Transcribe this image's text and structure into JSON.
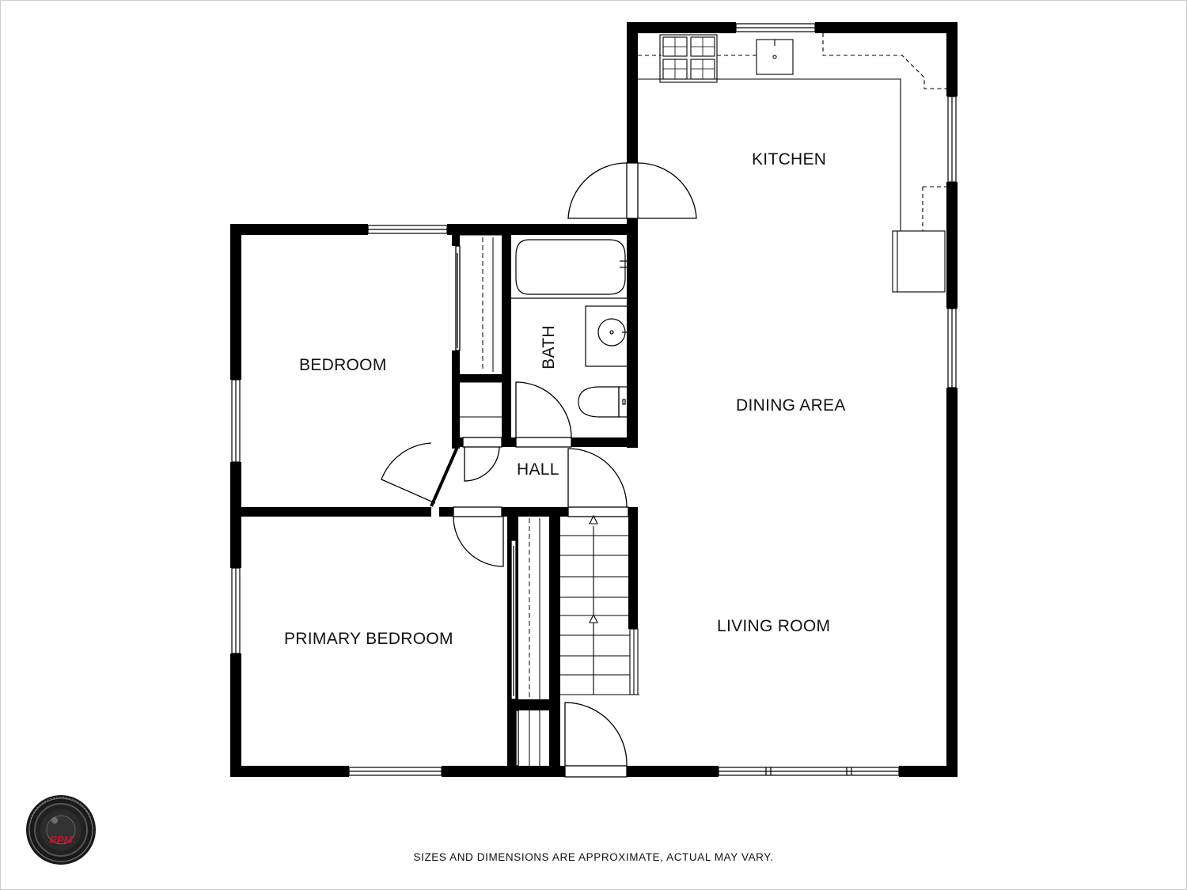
{
  "rooms": {
    "kitchen": "KITCHEN",
    "dining": "DINING AREA",
    "living": "LIVING ROOM",
    "bedroom": "BEDROOM",
    "bath": "BATH",
    "hall": "HALL",
    "primary_bedroom": "PRIMARY BEDROOM"
  },
  "disclaimer": "SIZES AND DIMENSIONS ARE APPROXIMATE, ACTUAL MAY VARY.",
  "logo": {
    "text": "RPM",
    "icon": "camera-lens-logo",
    "accent": "#c8102e"
  },
  "colors": {
    "wall": "#000000",
    "line": "#444444",
    "background": "#ffffff"
  }
}
